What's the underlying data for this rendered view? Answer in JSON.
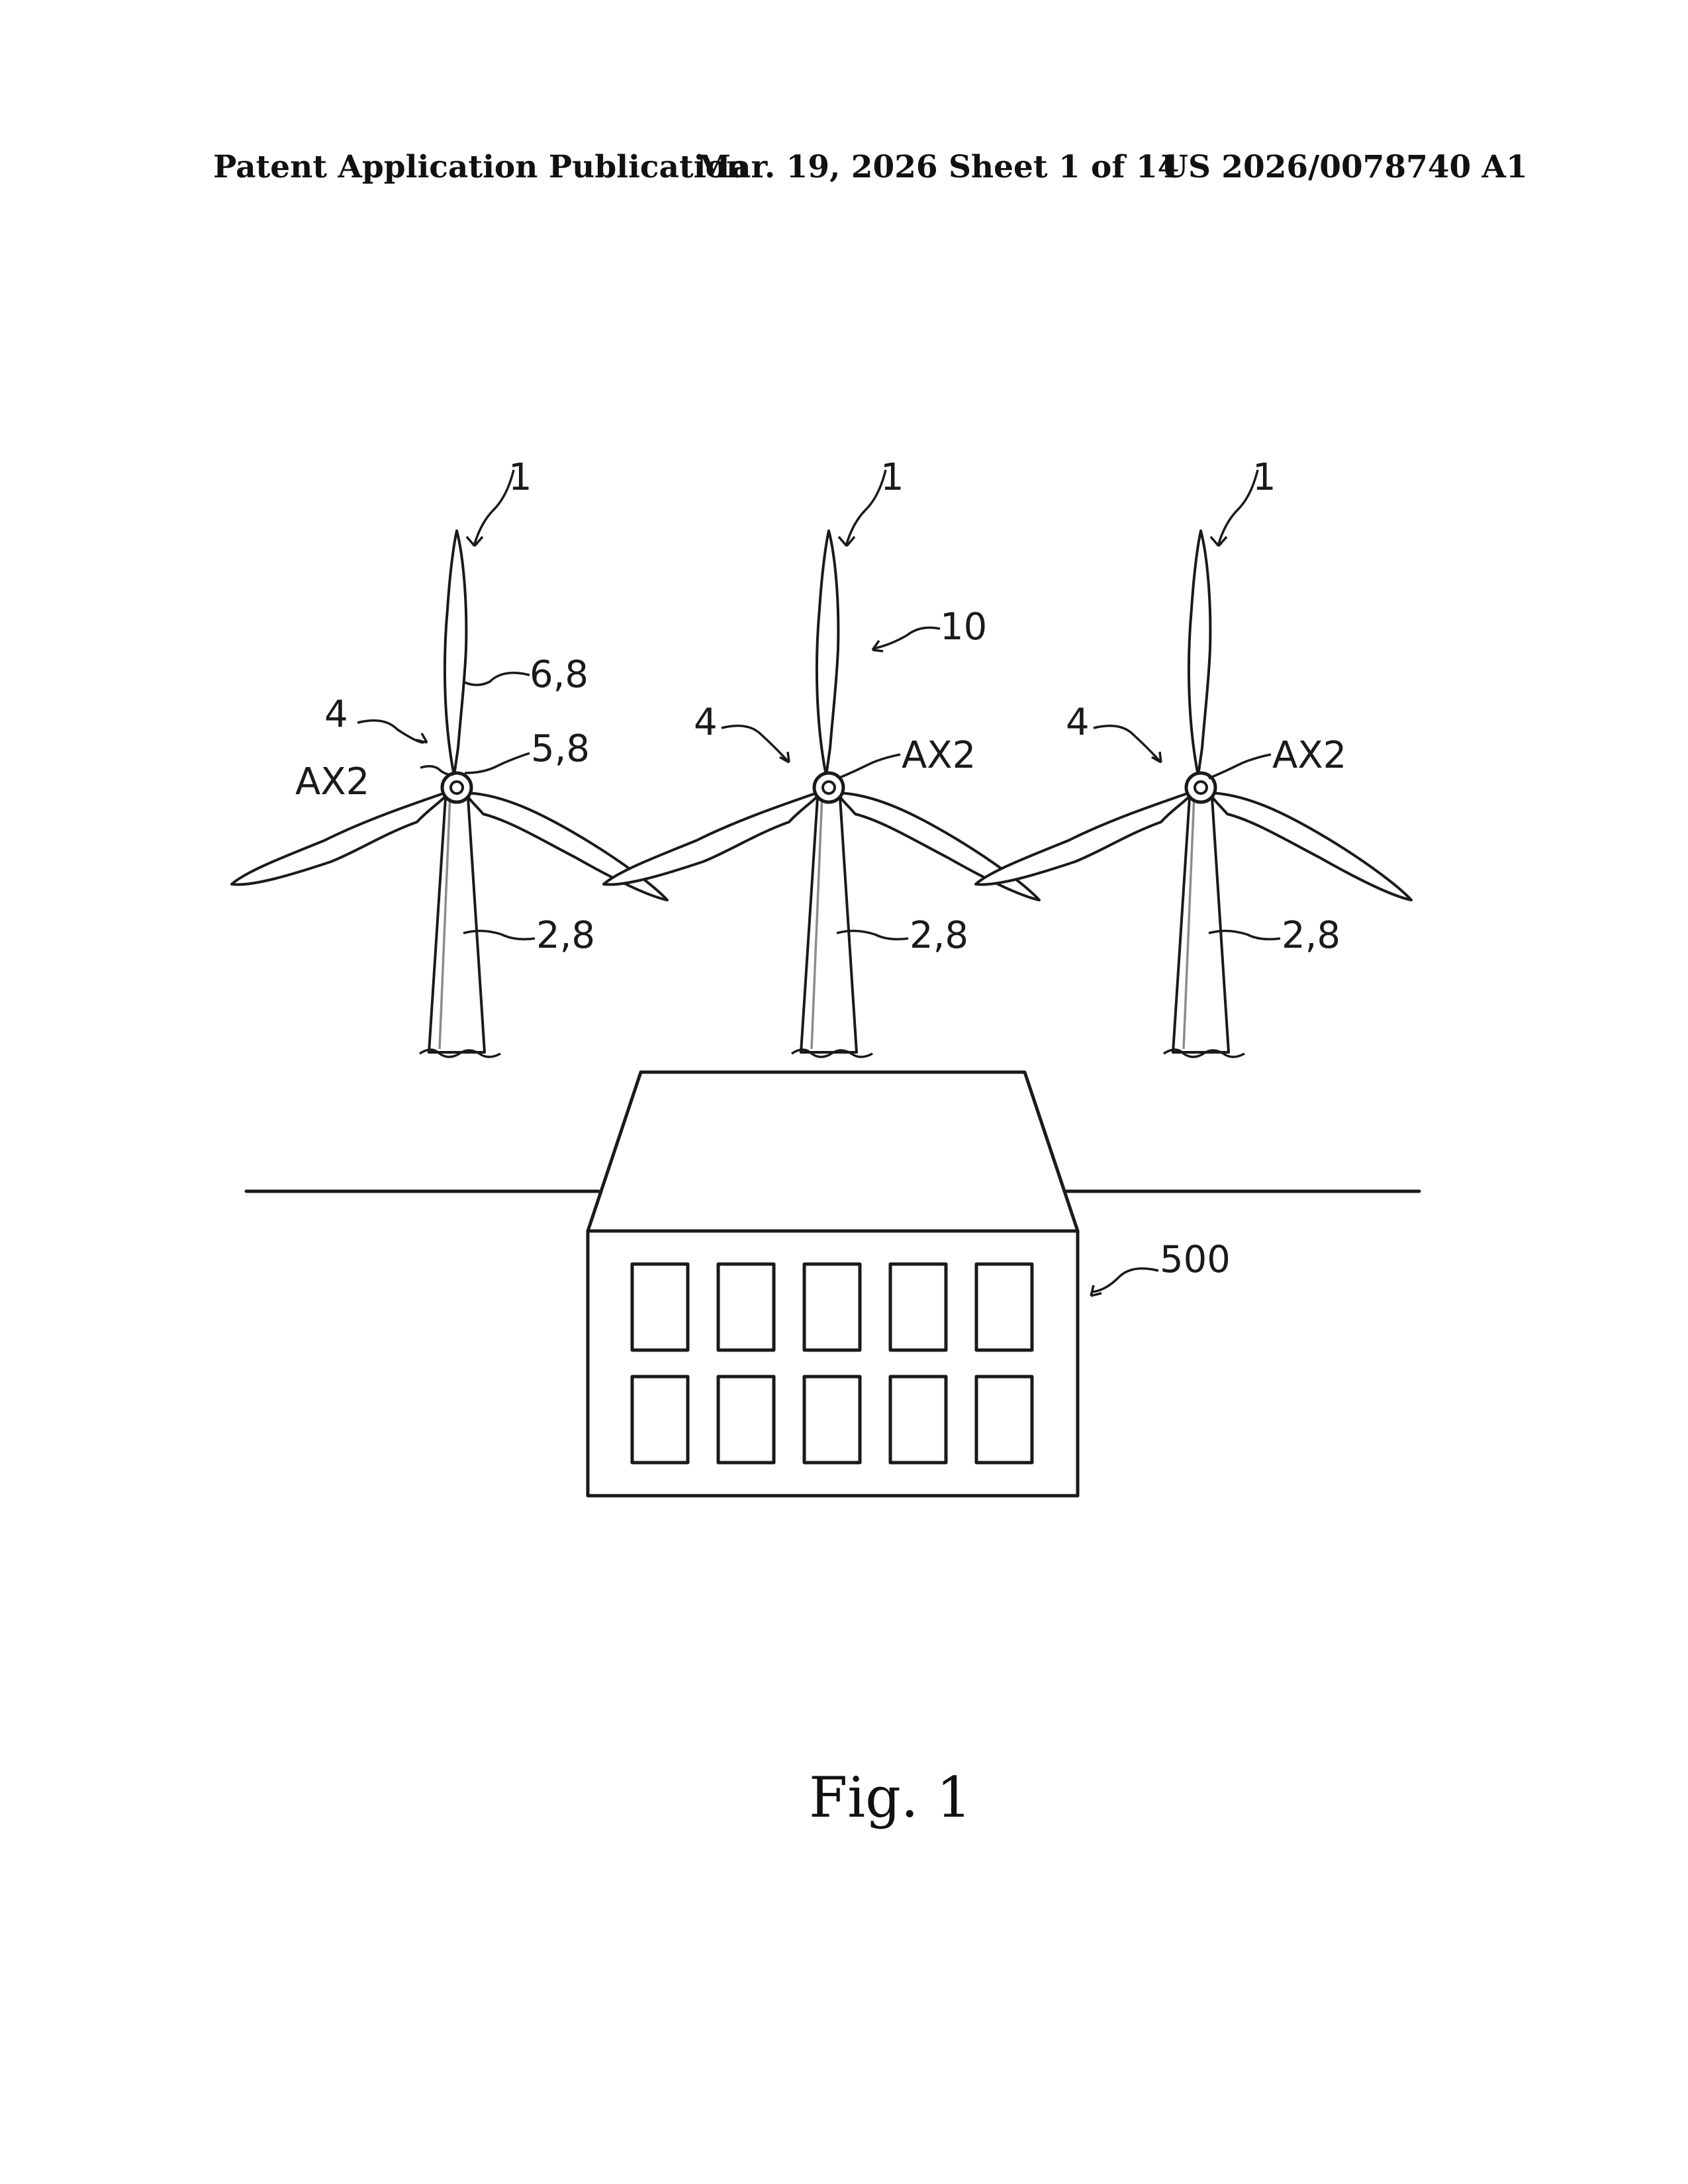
{
  "header": {
    "left": "Patent Application Publication",
    "middle": "Mar. 19, 2026  Sheet 1 of 14",
    "right": "US 2026/0078740 A1"
  },
  "labels": {
    "t1_ref": "1",
    "t1_blade": "6,8",
    "t1_rotor": "4",
    "t1_hub": "5,8",
    "t1_axis": "AX2",
    "t1_tower": "2,8",
    "t2_ref": "1",
    "t2_park": "10",
    "t2_rotor": "4",
    "t2_axis": "AX2",
    "t2_tower": "2,8",
    "t3_ref": "1",
    "t3_rotor": "4",
    "t3_axis": "AX2",
    "t3_tower": "2,8",
    "building": "500"
  },
  "caption": "Fig. 1"
}
